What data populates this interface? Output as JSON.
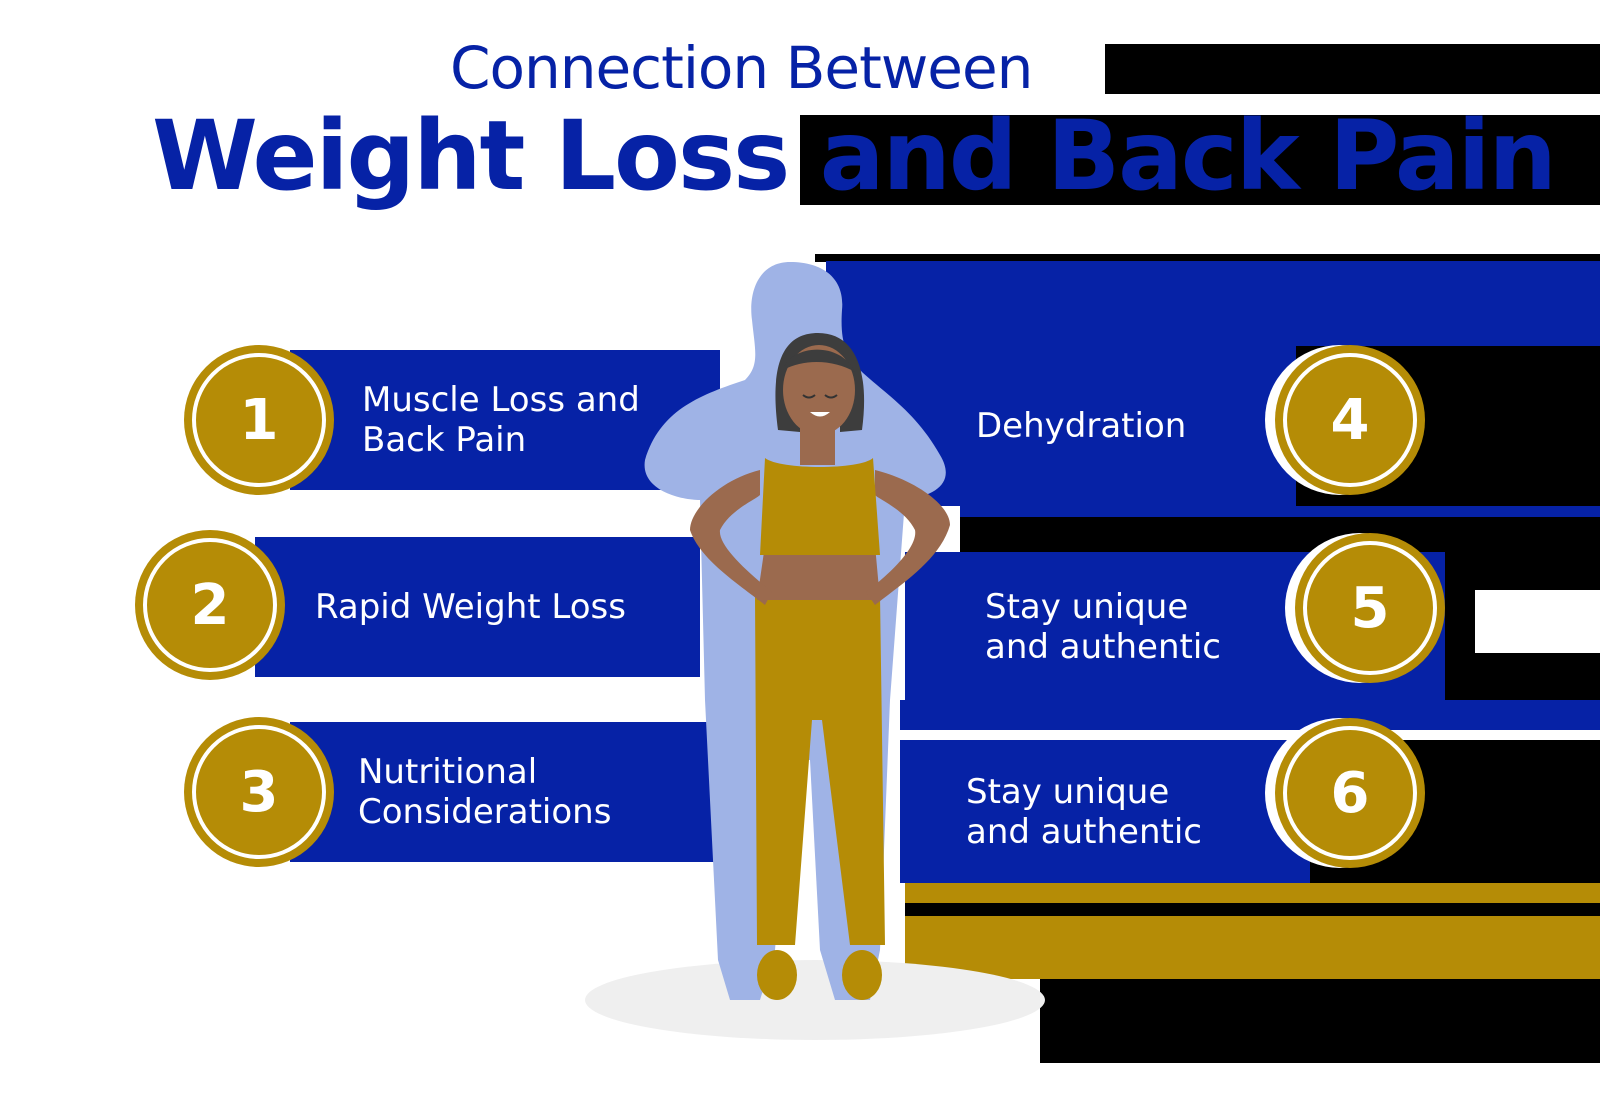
{
  "title": {
    "line1": "Connection Between",
    "line2": "Weight Loss and Back Pain"
  },
  "items": [
    {
      "number": "1",
      "label": "Muscle Loss and Back Pain"
    },
    {
      "number": "2",
      "label": "Rapid Weight Loss"
    },
    {
      "number": "3",
      "label": "Nutritional Considerations"
    },
    {
      "number": "4",
      "label": "Dehydration"
    },
    {
      "number": "5",
      "label": "Stay unique and authentic"
    },
    {
      "number": "6",
      "label": "Stay unique and authentic"
    }
  ],
  "colors": {
    "blue": "#0622a6",
    "gold": "#b58c06",
    "silhouette": "#9fb3e6"
  }
}
